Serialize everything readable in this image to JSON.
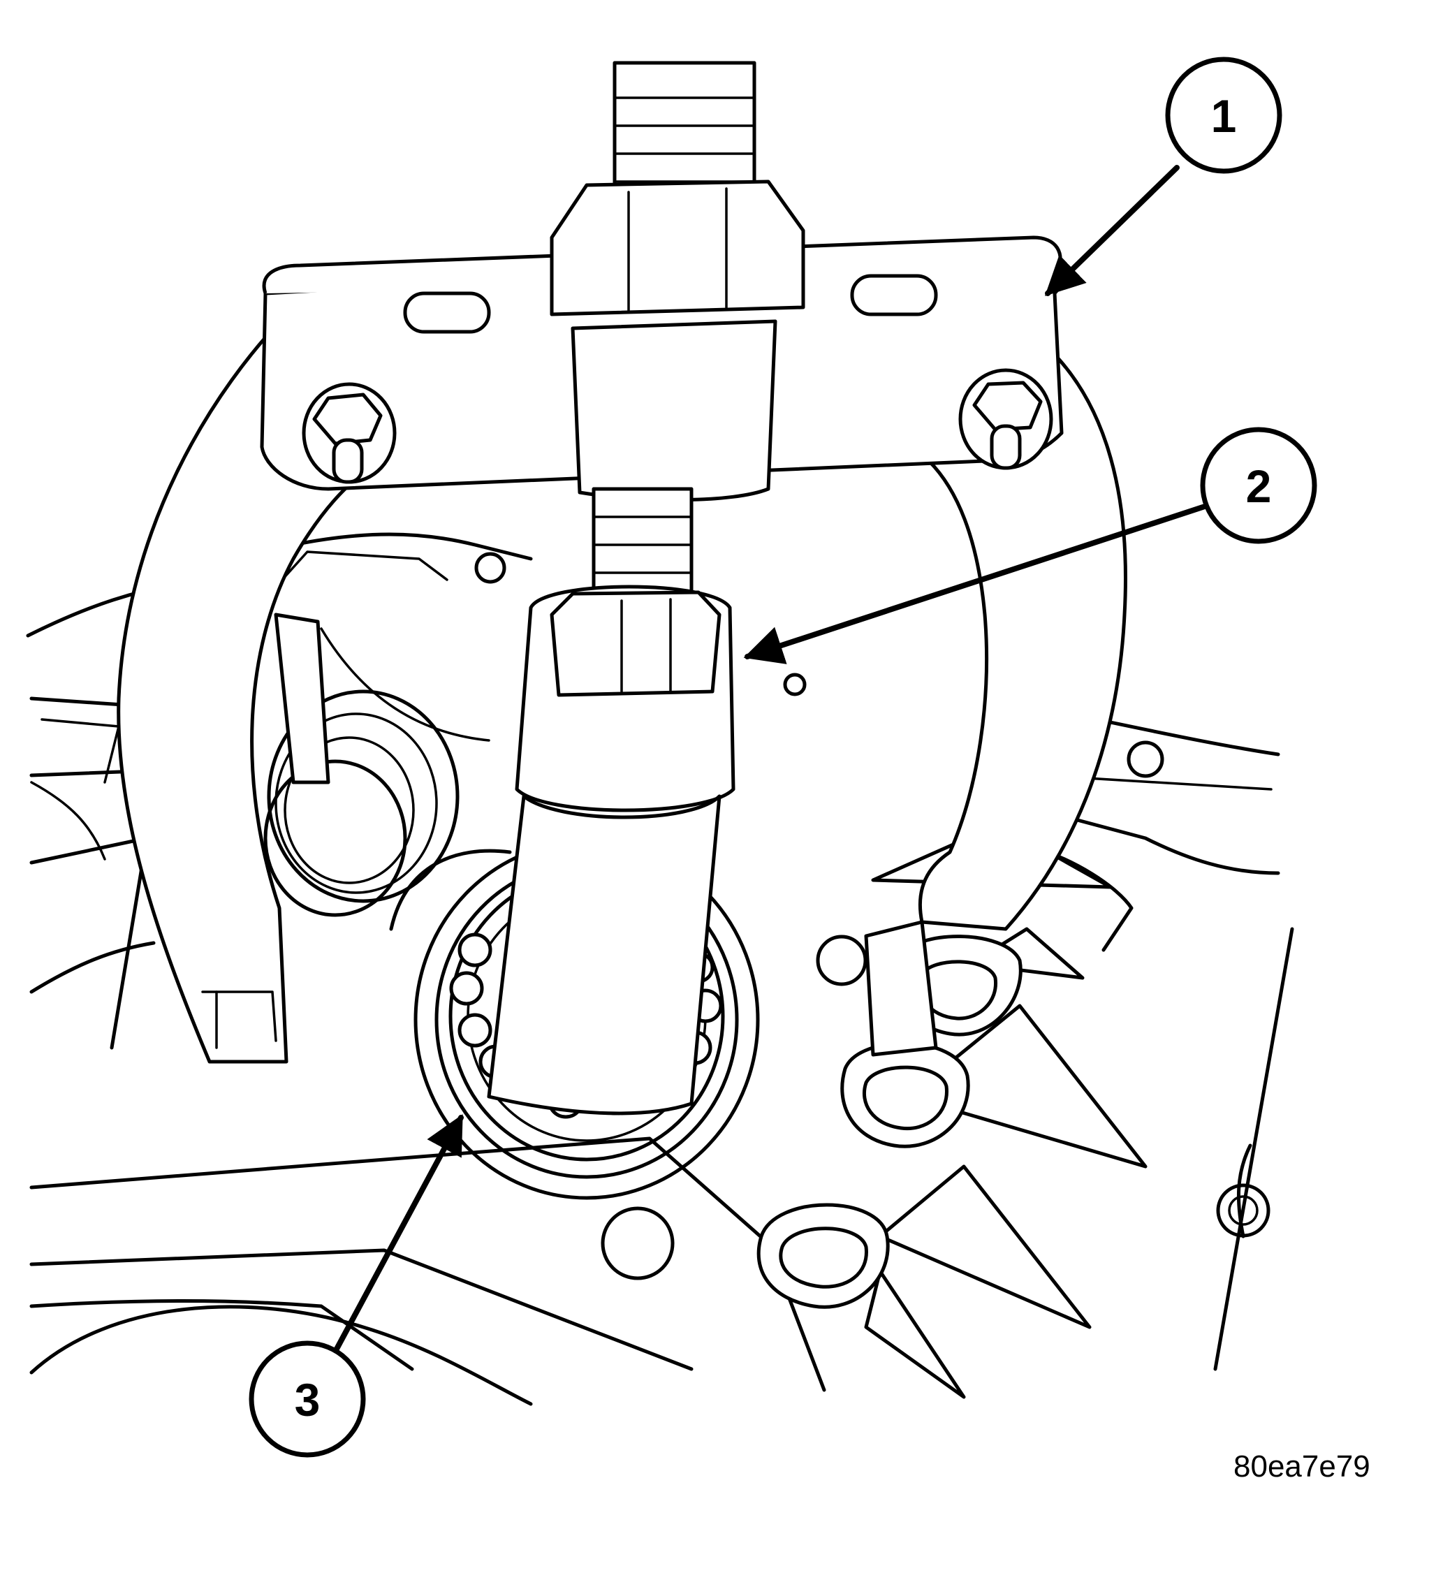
{
  "figure_code": "80ea7e79",
  "callouts": [
    {
      "number": "1"
    },
    {
      "number": "2"
    },
    {
      "number": "3"
    }
  ],
  "colors": {
    "ink": "#000000",
    "paper": "#ffffff"
  }
}
